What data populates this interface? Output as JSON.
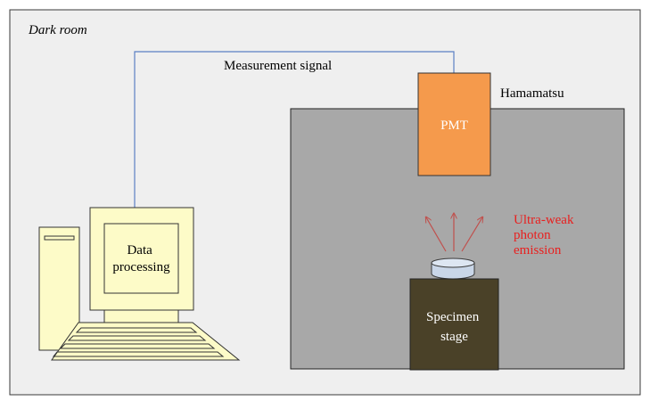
{
  "room_label": "Dark room",
  "signal_label": "Measurement signal",
  "hamamatsu_label": "Hamamatsu",
  "pmt_label": "PMT",
  "emission_label": {
    "line1": "Ultra-weak",
    "line2": "photon",
    "line3": "emission"
  },
  "stage_label": {
    "line1": "Specimen",
    "line2": "stage"
  },
  "computer_label": {
    "line1": "Data",
    "line2": "processing"
  },
  "colors": {
    "room_fill": "#efefef",
    "box_fill": "#a8a8a8",
    "pmt_fill": "#f59a4c",
    "stage_fill": "#4a4128",
    "computer_fill": "#fdfbc8",
    "signal_wire": "#5b7fc4",
    "emission": "#e8201f",
    "emission_arrows": "#c0504d"
  }
}
